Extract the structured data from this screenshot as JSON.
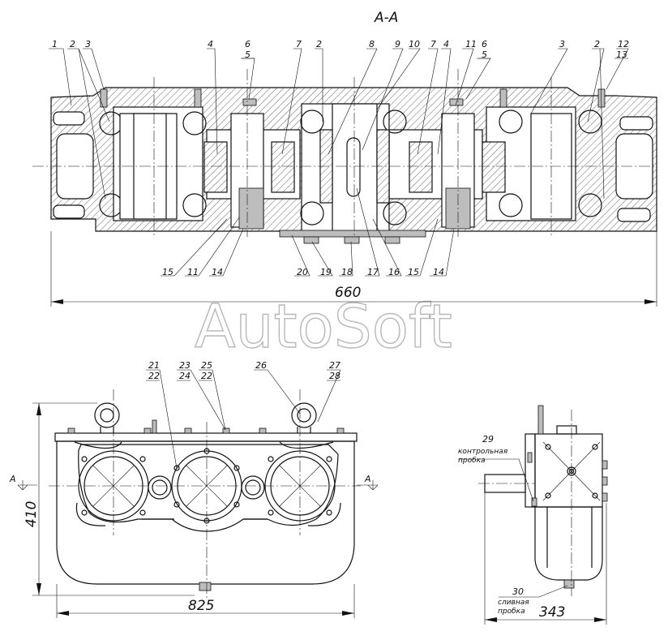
{
  "section_title": "А-А",
  "watermark": "AutoSoft",
  "top_callouts": [
    "1",
    "2",
    "3",
    "4",
    "6",
    "5",
    "7",
    "2",
    "8",
    "9",
    "10",
    "7",
    "4",
    "11",
    "6",
    "5",
    "3",
    "2",
    "12",
    "13"
  ],
  "bottom_callouts": [
    "15",
    "11",
    "14",
    "20",
    "19",
    "18",
    "17",
    "16",
    "15",
    "14"
  ],
  "front_callouts": [
    "21",
    "22",
    "23",
    "24",
    "25",
    "22",
    "26",
    "27",
    "28"
  ],
  "side_callouts": {
    "n29": "29",
    "label29_line1": "контрольная",
    "label29_line2": "пробка",
    "n30": "30",
    "label30_line1": "сливная",
    "label30_line2": "пробка"
  },
  "dimensions": {
    "section_width": "660",
    "front_width": "825",
    "front_height": "410",
    "side_width": "343"
  },
  "section_markers": {
    "left": "А",
    "right": "А"
  }
}
